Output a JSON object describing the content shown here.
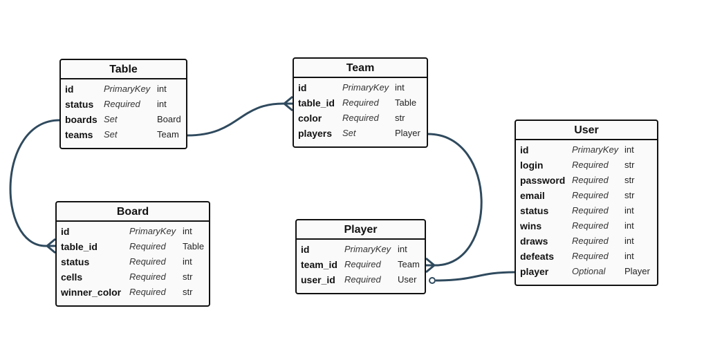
{
  "diagram": {
    "entities": {
      "table": {
        "title": "Table",
        "fields": [
          {
            "name": "id",
            "modifier": "PrimaryKey",
            "type": "int"
          },
          {
            "name": "status",
            "modifier": "Required",
            "type": "int"
          },
          {
            "name": "boards",
            "modifier": "Set",
            "type": "Board"
          },
          {
            "name": "teams",
            "modifier": "Set",
            "type": "Team"
          }
        ]
      },
      "team": {
        "title": "Team",
        "fields": [
          {
            "name": "id",
            "modifier": "PrimaryKey",
            "type": "int"
          },
          {
            "name": "table_id",
            "modifier": "Required",
            "type": "Table"
          },
          {
            "name": "color",
            "modifier": "Required",
            "type": "str"
          },
          {
            "name": "players",
            "modifier": "Set",
            "type": "Player"
          }
        ]
      },
      "board": {
        "title": "Board",
        "fields": [
          {
            "name": "id",
            "modifier": "PrimaryKey",
            "type": "int"
          },
          {
            "name": "table_id",
            "modifier": "Required",
            "type": "Table"
          },
          {
            "name": "status",
            "modifier": "Required",
            "type": "int"
          },
          {
            "name": "cells",
            "modifier": "Required",
            "type": "str"
          },
          {
            "name": "winner_color",
            "modifier": "Required",
            "type": "str"
          }
        ]
      },
      "player": {
        "title": "Player",
        "fields": [
          {
            "name": "id",
            "modifier": "PrimaryKey",
            "type": "int"
          },
          {
            "name": "team_id",
            "modifier": "Required",
            "type": "Team"
          },
          {
            "name": "user_id",
            "modifier": "Required",
            "type": "User"
          }
        ]
      },
      "user": {
        "title": "User",
        "fields": [
          {
            "name": "id",
            "modifier": "PrimaryKey",
            "type": "int"
          },
          {
            "name": "login",
            "modifier": "Required",
            "type": "str"
          },
          {
            "name": "password",
            "modifier": "Required",
            "type": "str"
          },
          {
            "name": "email",
            "modifier": "Required",
            "type": "str"
          },
          {
            "name": "status",
            "modifier": "Required",
            "type": "int"
          },
          {
            "name": "wins",
            "modifier": "Required",
            "type": "int"
          },
          {
            "name": "draws",
            "modifier": "Required",
            "type": "int"
          },
          {
            "name": "defeats",
            "modifier": "Required",
            "type": "int"
          },
          {
            "name": "player",
            "modifier": "Optional",
            "type": "Player"
          }
        ]
      }
    },
    "relationships": [
      {
        "from": "Table.boards",
        "to": "Board",
        "end": "many"
      },
      {
        "from": "Table.teams",
        "to": "Team",
        "end": "many"
      },
      {
        "from": "Team.players",
        "to": "Player",
        "end": "many"
      },
      {
        "from": "User.player",
        "to": "Player",
        "end": "optional-one"
      }
    ],
    "colors": {
      "connector": "#2f4a5e",
      "border": "#111111",
      "entity_fill": "#fafafa"
    }
  }
}
